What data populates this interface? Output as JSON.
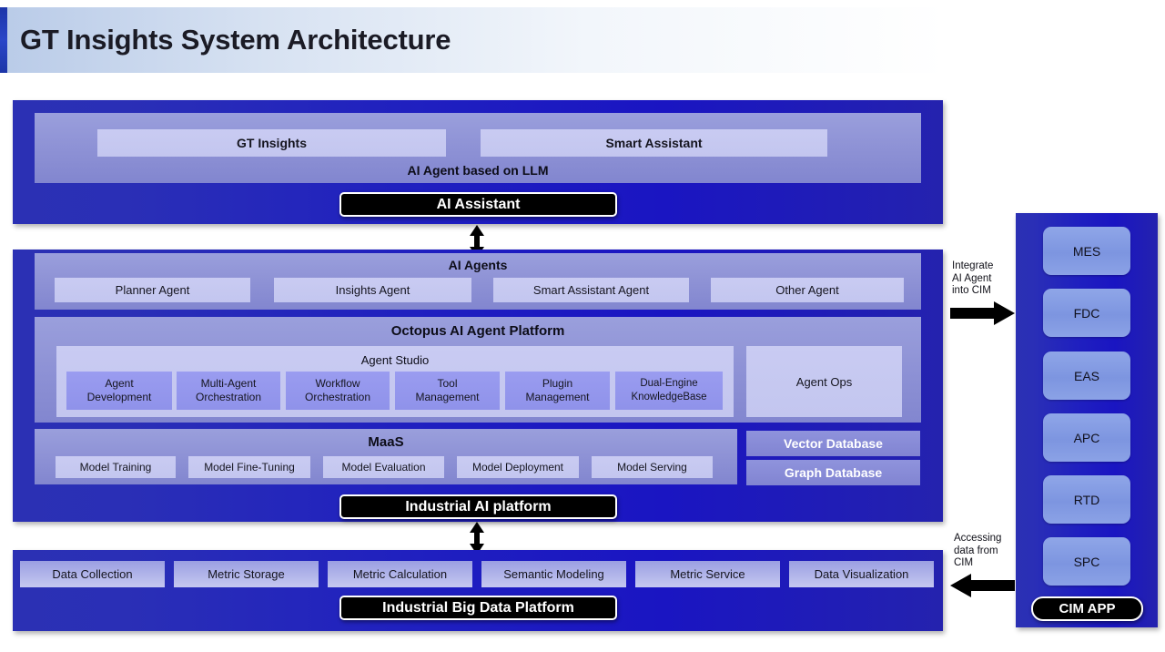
{
  "page": {
    "title": "GT Insights System Architecture"
  },
  "colors": {
    "panel_dark_blue": "#1f1fc0",
    "panel_periwinkle": "#8f93d6",
    "box_light": "#c9cbf2",
    "box_mid": "#9a9cf0",
    "badge_black": "#000000",
    "cim_box_blue": "#7d95e0",
    "title_accent": "#1c35a8"
  },
  "top_section": {
    "apps": [
      {
        "label": "GT Insights"
      },
      {
        "label": "Smart Assistant"
      }
    ],
    "layer_title": "AI Agent based on LLM",
    "badge": "AI Assistant"
  },
  "arrows": {
    "top_connector": "double-headed-vertical-arrow",
    "bottom_connector": "double-headed-vertical-arrow",
    "integrate": {
      "note": "Integrate AI Agent into CIM",
      "note_lines": [
        "Integrate",
        "AI Agent",
        "into CIM"
      ],
      "direction": "right"
    },
    "accessing": {
      "note": "Accessing data from CIM",
      "note_lines": [
        "Accessing",
        "data from",
        "CIM"
      ],
      "direction": "left"
    }
  },
  "middle_section": {
    "ai_agents": {
      "title": "AI Agents",
      "items": [
        {
          "label": "Planner Agent"
        },
        {
          "label": "Insights Agent"
        },
        {
          "label": "Smart Assistant Agent"
        },
        {
          "label": "Other Agent"
        }
      ]
    },
    "octopus": {
      "title": "Octopus AI Agent Platform",
      "agent_studio": {
        "title": "Agent Studio",
        "items": [
          {
            "line1": "Agent",
            "line2": "Development"
          },
          {
            "line1": "Multi-Agent",
            "line2": "Orchestration"
          },
          {
            "line1": "Workflow",
            "line2": "Orchestration"
          },
          {
            "line1": "Tool",
            "line2": "Management"
          },
          {
            "line1": "Plugin",
            "line2": "Management"
          },
          {
            "line1": "Dual-Engine",
            "line2": "KnowledgeBase"
          }
        ]
      },
      "agent_ops": {
        "label": "Agent Ops"
      }
    },
    "maas": {
      "title": "MaaS",
      "items": [
        {
          "label": "Model Training"
        },
        {
          "label": "Model Fine-Tuning"
        },
        {
          "label": "Model Evaluation"
        },
        {
          "label": "Model Deployment"
        },
        {
          "label": "Model Serving"
        }
      ]
    },
    "databases": [
      {
        "label": "Vector Database"
      },
      {
        "label": "Graph Database"
      }
    ],
    "badge": "Industrial AI platform"
  },
  "bottom_section": {
    "items": [
      {
        "label": "Data Collection"
      },
      {
        "label": "Metric Storage"
      },
      {
        "label": "Metric Calculation"
      },
      {
        "label": "Semantic Modeling"
      },
      {
        "label": "Metric Service"
      },
      {
        "label": "Data Visualization"
      }
    ],
    "badge": "Industrial Big Data Platform"
  },
  "cim_column": {
    "items": [
      {
        "label": "MES"
      },
      {
        "label": "FDC"
      },
      {
        "label": "EAS"
      },
      {
        "label": "APC"
      },
      {
        "label": "RTD"
      },
      {
        "label": "SPC"
      }
    ],
    "badge": "CIM APP"
  }
}
